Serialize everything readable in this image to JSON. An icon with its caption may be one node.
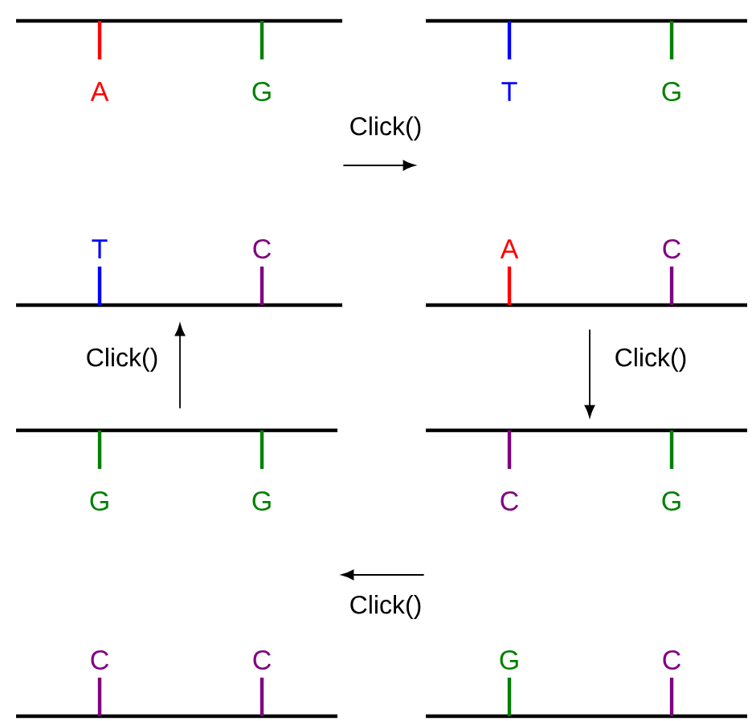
{
  "diagram": {
    "nodes": [
      {
        "text": [
          "A",
          "G",
          "T",
          "C"
        ]
      },
      {
        "text": [
          "T",
          "G",
          "A",
          "C"
        ]
      },
      {
        "text": [
          "G",
          "G",
          "C",
          "C"
        ]
      },
      {
        "text": [
          "C",
          "G",
          "G",
          "C"
        ]
      }
    ],
    "edges": [
      {
        "from": 0,
        "to": 1,
        "arrow": "to",
        "label": "Click()"
      },
      {
        "from": 2,
        "to": 0,
        "arrow": "to",
        "label": "Click()"
      },
      {
        "from": 1,
        "to": 3,
        "arrow": "to",
        "label": "Click()"
      },
      {
        "from": 3,
        "to": 2,
        "arrow": "to",
        "label": "Click()"
      }
    ]
  }
}
